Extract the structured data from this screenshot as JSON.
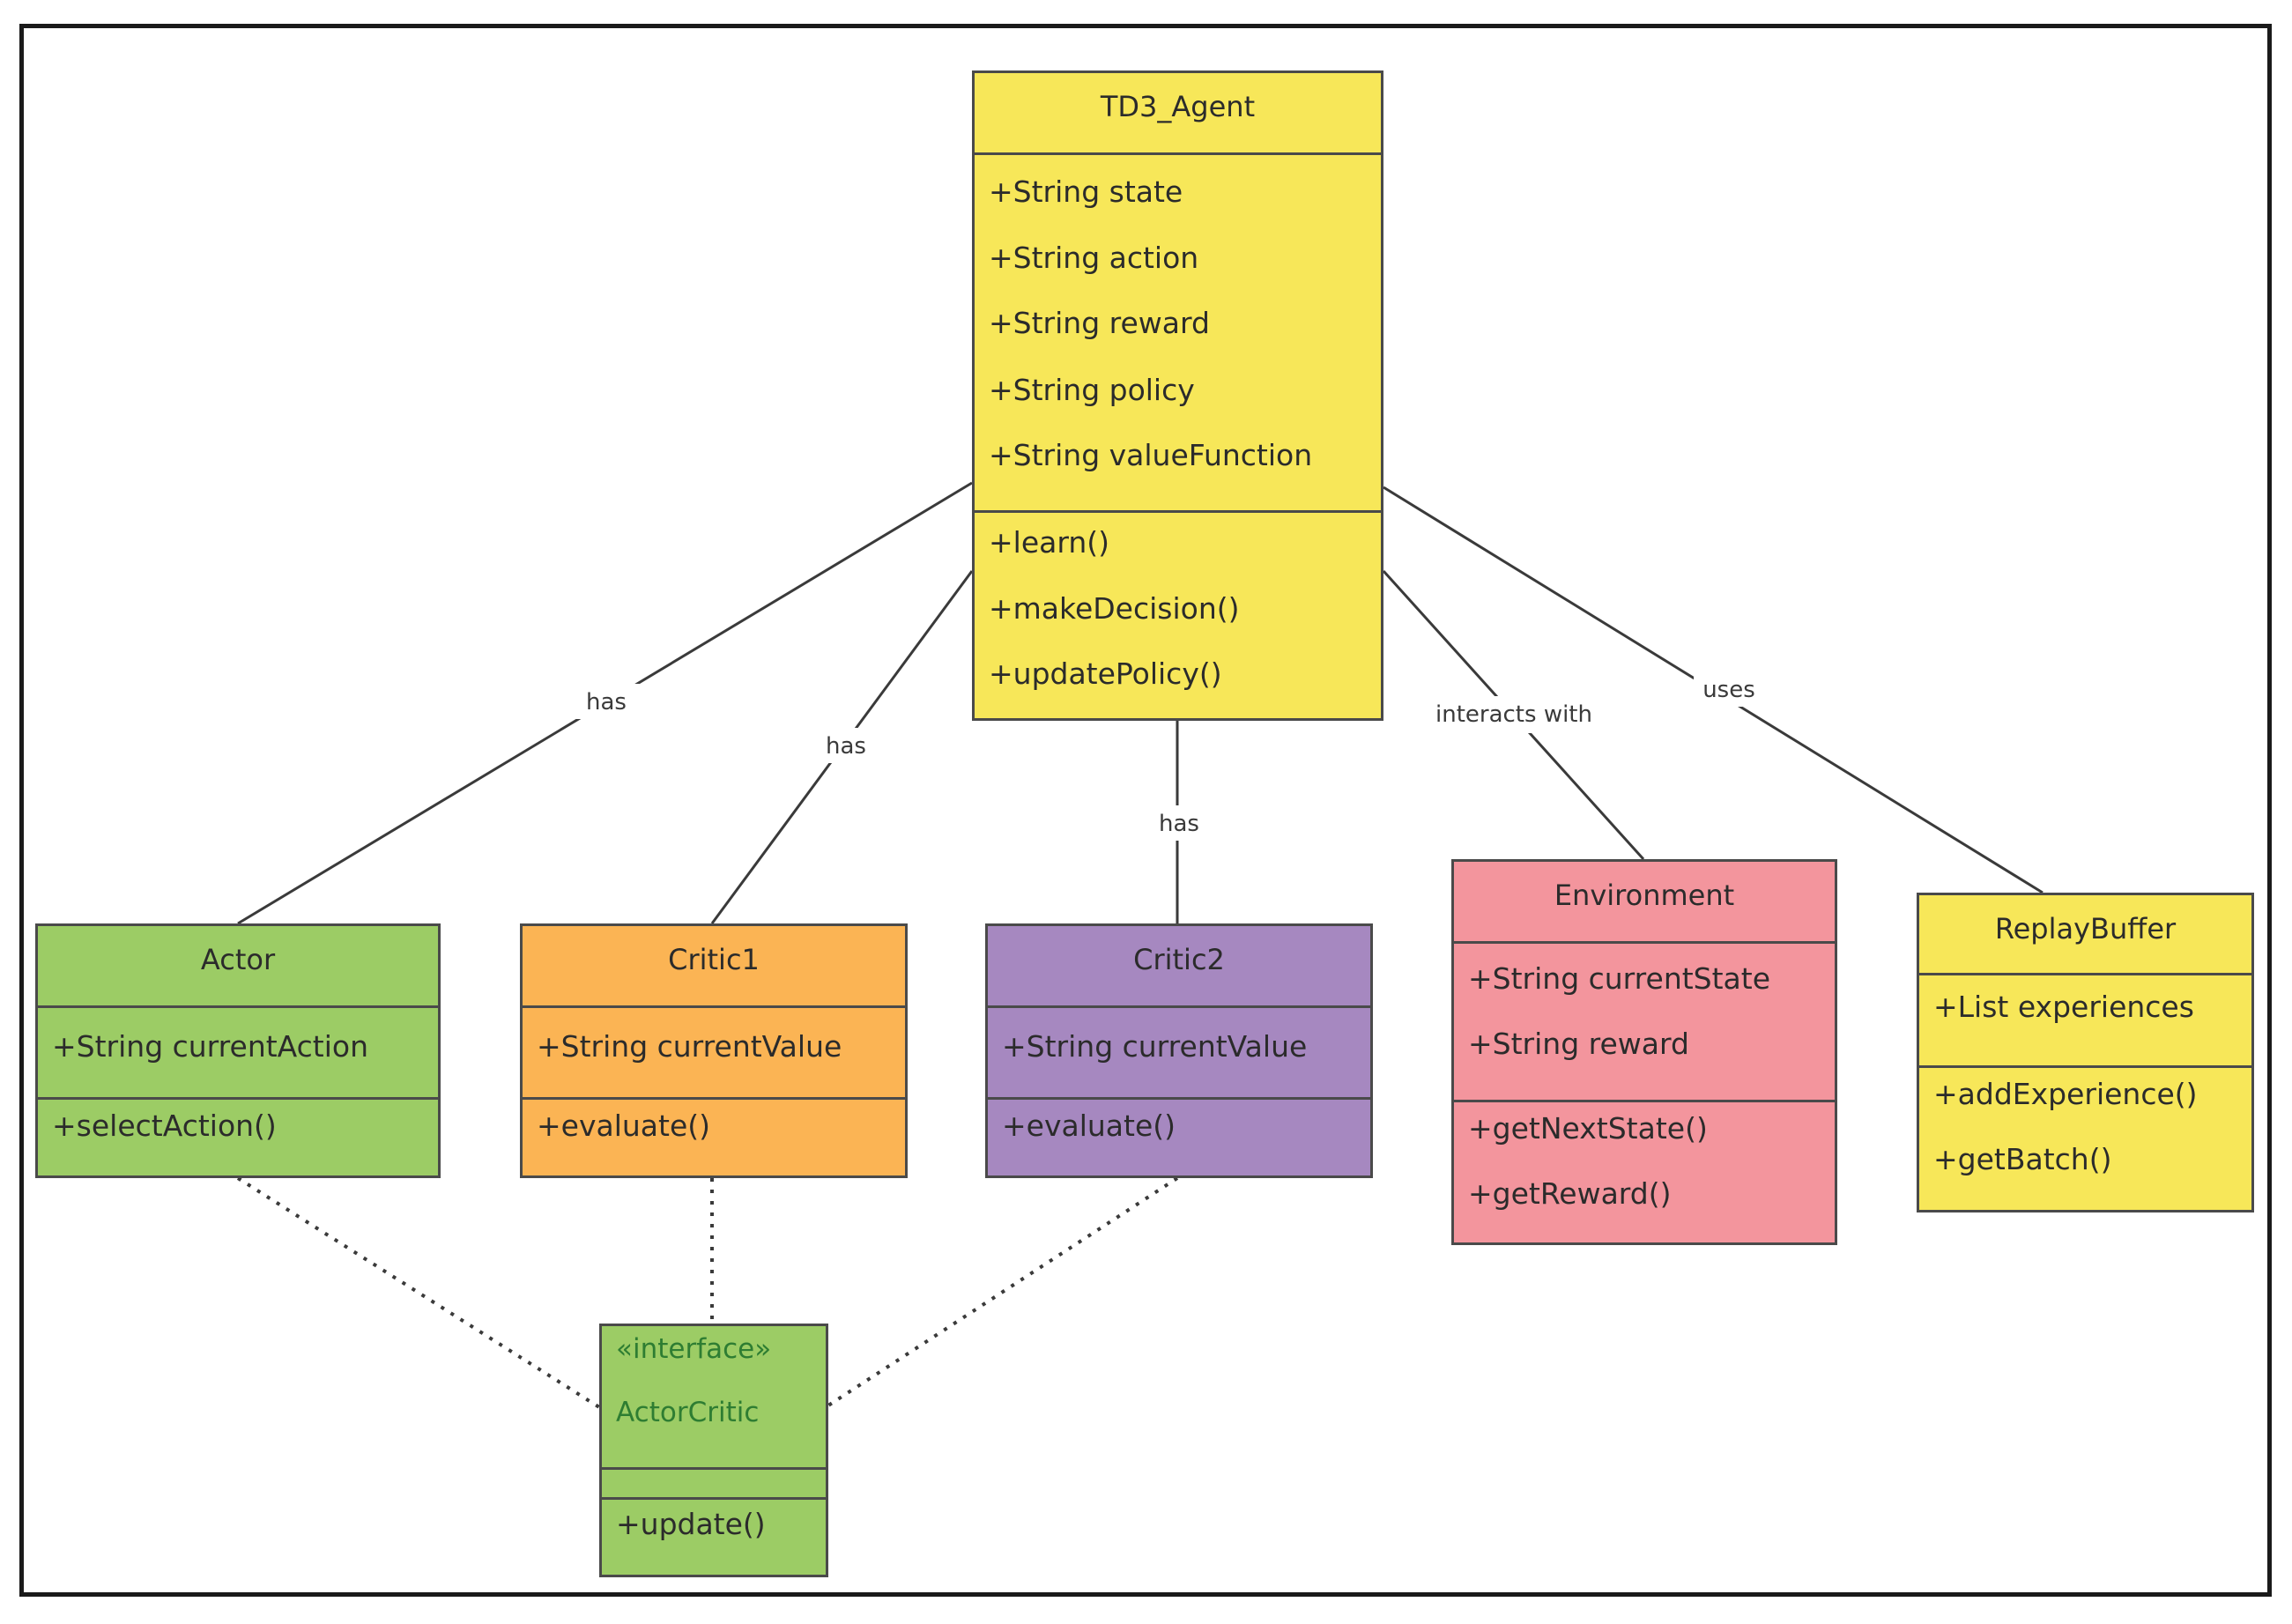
{
  "colors": {
    "yellow": "#f7e759",
    "green": "#9ccc65",
    "orange": "#fbb454",
    "purple": "#a688c0",
    "pink": "#f3959d",
    "interface_text": "#2e7d32"
  },
  "classes": {
    "td3_agent": {
      "name": "TD3_Agent",
      "attributes": [
        "+String state",
        "+String action",
        "+String reward",
        "+String policy",
        "+String valueFunction"
      ],
      "methods": [
        "+learn()",
        "+makeDecision()",
        "+updatePolicy()"
      ]
    },
    "actor": {
      "name": "Actor",
      "attributes": [
        "+String currentAction"
      ],
      "methods": [
        "+selectAction()"
      ]
    },
    "critic1": {
      "name": "Critic1",
      "attributes": [
        "+String currentValue"
      ],
      "methods": [
        "+evaluate()"
      ]
    },
    "critic2": {
      "name": "Critic2",
      "attributes": [
        "+String currentValue"
      ],
      "methods": [
        "+evaluate()"
      ]
    },
    "environment": {
      "name": "Environment",
      "attributes": [
        "+String currentState",
        "+String reward"
      ],
      "methods": [
        "+getNextState()",
        "+getReward()"
      ]
    },
    "replay_buffer": {
      "name": "ReplayBuffer",
      "attributes": [
        "+List experiences"
      ],
      "methods": [
        "+addExperience()",
        "+getBatch()"
      ]
    },
    "actor_critic": {
      "stereotype": "«interface»",
      "name": "ActorCritic",
      "methods": [
        "+update()"
      ]
    }
  },
  "relations": {
    "agent_actor": "has",
    "agent_critic1": "has",
    "agent_critic2": "has",
    "agent_environment": "interacts with",
    "agent_replay_buffer": "uses"
  }
}
